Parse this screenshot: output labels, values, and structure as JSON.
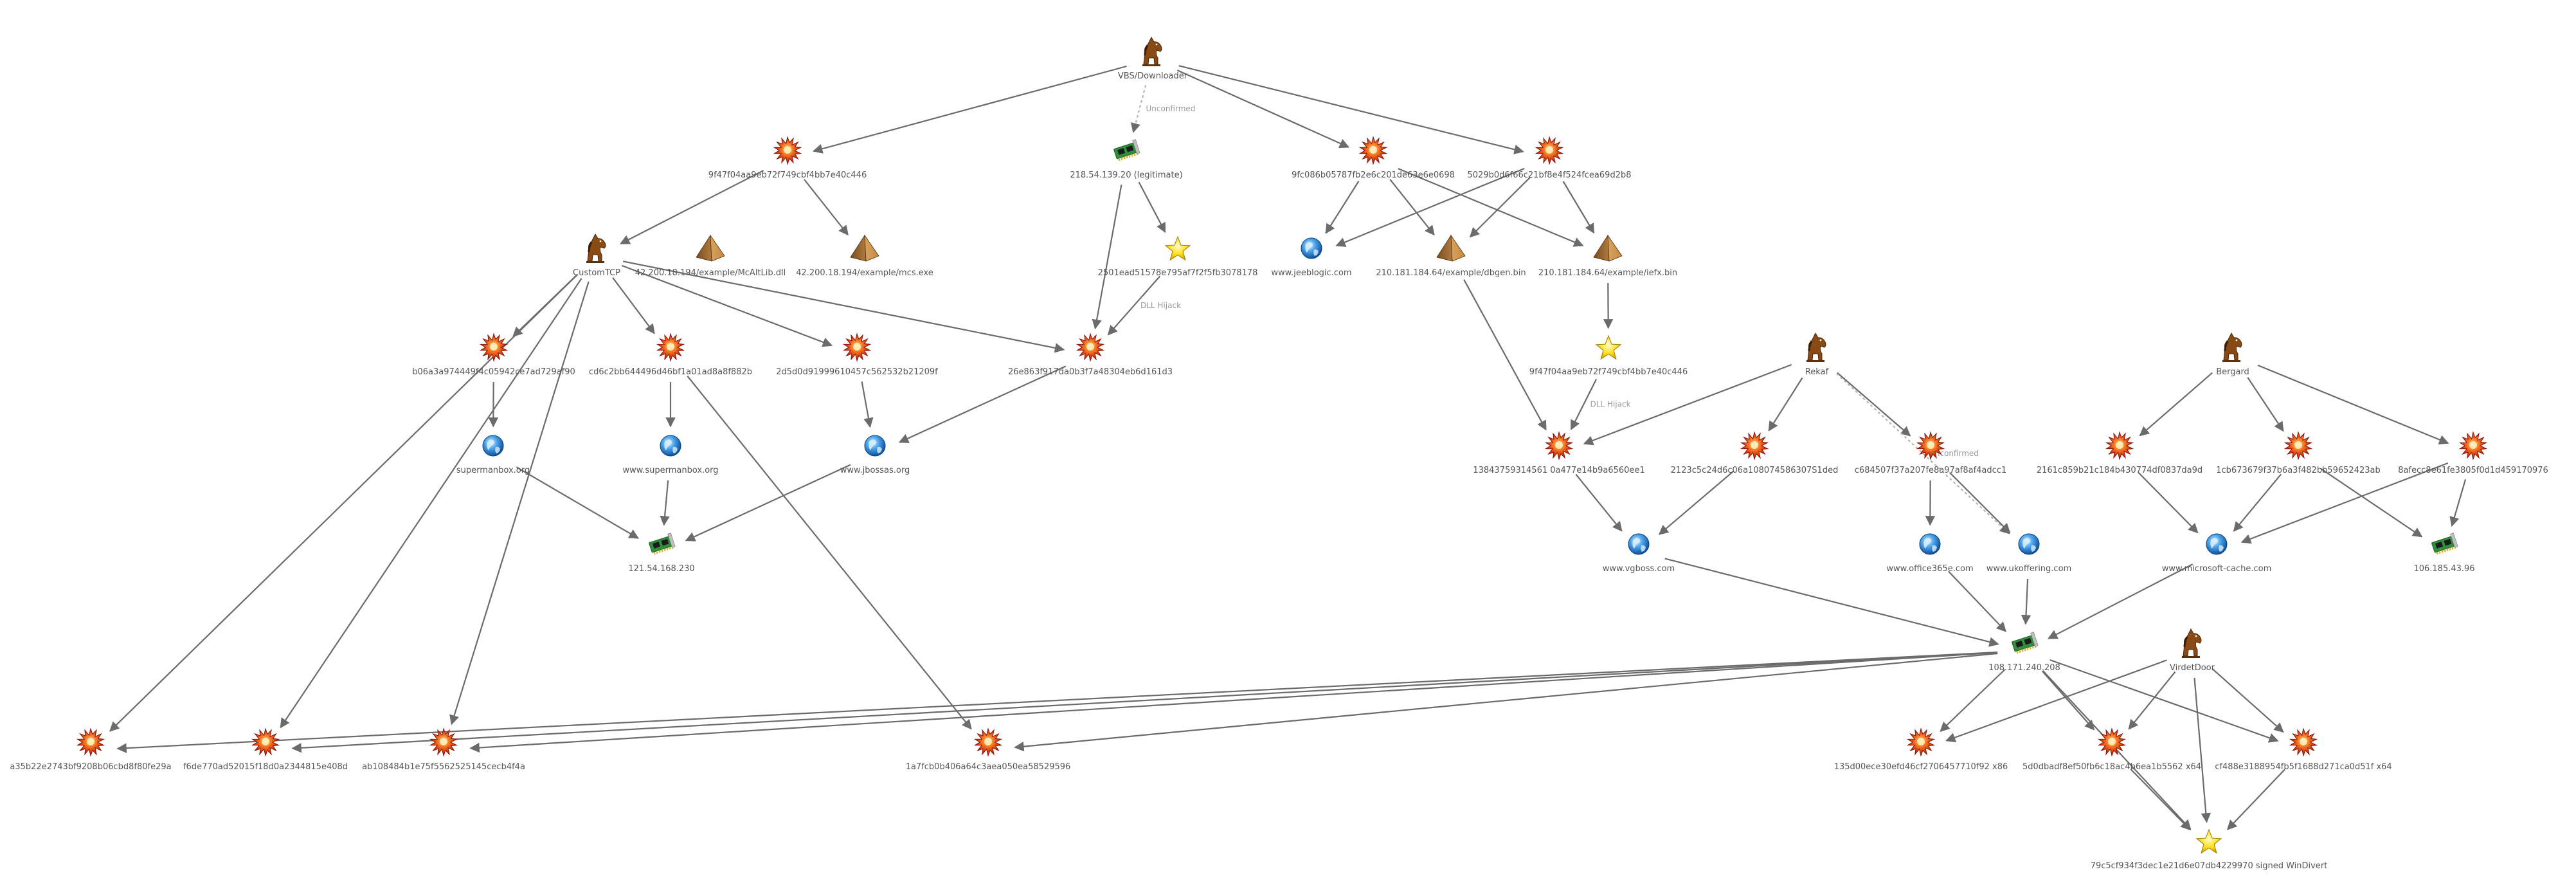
{
  "nodes": [
    {
      "id": "vbs",
      "label": "VBS/Downloader",
      "kind": "horse"
    },
    {
      "id": "f47a",
      "label": "9f47f04aa9eb72f749cbf4bb7e40c446",
      "kind": "malware"
    },
    {
      "id": "ip218",
      "label": "218.54.139.20 (legitimate)",
      "kind": "network"
    },
    {
      "id": "f9fc",
      "label": "9fc086b05787fb2e6c201de63e6e0698",
      "kind": "malware"
    },
    {
      "id": "s502",
      "label": "5029b0d6f66c21bf8e4f524fcea69d2b8",
      "kind": "malware"
    },
    {
      "id": "customtcp",
      "label": "CustomTCP",
      "kind": "horse"
    },
    {
      "id": "pyr1",
      "label": "42.200.18.194/example/McAltLib.dll",
      "kind": "pyramid"
    },
    {
      "id": "pyr2",
      "label": "42.200.18.194/example/mcs.exe",
      "kind": "pyramid"
    },
    {
      "id": "star1",
      "label": "2501ead51578e795af7f2f5fb3078178",
      "kind": "star"
    },
    {
      "id": "jeeb",
      "label": "www.jeeblogic.com",
      "kind": "globe"
    },
    {
      "id": "pyr3",
      "label": "210.181.184.64/example/dbgen.bin",
      "kind": "pyramid"
    },
    {
      "id": "pyr4",
      "label": "210.181.184.64/example/iefx.bin",
      "kind": "pyramid"
    },
    {
      "id": "b06a",
      "label": "b06a3a974449f4c05942ce7ad729af90",
      "kind": "malware"
    },
    {
      "id": "cd6c",
      "label": "cd6c2bb644496d46bf1a01ad8a8f882b",
      "kind": "malware"
    },
    {
      "id": "s2d5",
      "label": "2d5d0d91999610457c562532b21209f",
      "kind": "malware"
    },
    {
      "id": "s26e8",
      "label": "26e863f917da0b3f7a48304eb6d161d3",
      "kind": "malware"
    },
    {
      "id": "star2",
      "label": "9f47f04aa9eb72f749cbf4bb7e40c446",
      "kind": "star"
    },
    {
      "id": "rekaf",
      "label": "Rekaf",
      "kind": "horse"
    },
    {
      "id": "bergard",
      "label": "Bergard",
      "kind": "horse"
    },
    {
      "id": "superbox1",
      "label": "supermanbox.org",
      "kind": "globe"
    },
    {
      "id": "superbox2",
      "label": "www.supermanbox.org",
      "kind": "globe"
    },
    {
      "id": "jboss",
      "label": "www.jbossas.org",
      "kind": "globe"
    },
    {
      "id": "s1384",
      "label": "13843759314561 0a477e14b9a6560ee1",
      "kind": "malware"
    },
    {
      "id": "s2123",
      "label": "2123c5c24d6c06a108074586307S1ded",
      "kind": "malware"
    },
    {
      "id": "c684",
      "label": "c684507f37a207fe8a97af8af4adcc1",
      "kind": "malware"
    },
    {
      "id": "s2161",
      "label": "2161c859b21c184b430774df0837da9d",
      "kind": "malware"
    },
    {
      "id": "s1cb6",
      "label": "1cb673679f37b6a3f482bb59652423ab",
      "kind": "malware"
    },
    {
      "id": "s8afe",
      "label": "8afecc8e61fe3805f0d1d459170976",
      "kind": "malware"
    },
    {
      "id": "ip121",
      "label": "121.54.168.230",
      "kind": "network"
    },
    {
      "id": "vgboss",
      "label": "www.vgboss.com",
      "kind": "globe"
    },
    {
      "id": "office",
      "label": "www.office365e.com",
      "kind": "globe"
    },
    {
      "id": "ukoff",
      "label": "www.ukoffering.com",
      "kind": "globe"
    },
    {
      "id": "mscache",
      "label": "www.microsoft-cache.com",
      "kind": "globe"
    },
    {
      "id": "ip106",
      "label": "106.185.43.96",
      "kind": "network"
    },
    {
      "id": "ip108",
      "label": "108.171.240.208",
      "kind": "network"
    },
    {
      "id": "virdetdoor",
      "label": "VirdetDoor",
      "kind": "horse"
    },
    {
      "id": "a35b",
      "label": "a35b22e2743bf9208b06cbd8f80fe29a",
      "kind": "malware"
    },
    {
      "id": "f6de",
      "label": "f6de770ad52015f18d0a2344815e408d",
      "kind": "malware"
    },
    {
      "id": "ab10",
      "label": "ab108484b1e75f5562525145cecb4f4a",
      "kind": "malware"
    },
    {
      "id": "s1a7f",
      "label": "1a7fcb0b406a64c3aea050ea58529596",
      "kind": "malware"
    },
    {
      "id": "s135d",
      "label": "135d00ece30efd46cf2706457710f92 x86",
      "kind": "malware"
    },
    {
      "id": "s5d0d",
      "label": "5d0dbadf8ef50fb6c18ac4b6ea1b5562 x64",
      "kind": "malware"
    },
    {
      "id": "cf48",
      "label": "cf488e3188954fb5f1688d271ca0d51f x64",
      "kind": "malware"
    },
    {
      "id": "star3",
      "label": "79c5cf934f3dec1e21d6e07db4229970 signed WinDivert",
      "kind": "star"
    }
  ],
  "edges": [
    {
      "from": "vbs",
      "to": "f47a"
    },
    {
      "from": "vbs",
      "to": "ip218",
      "label": "Unconfirmed",
      "style": "dashed"
    },
    {
      "from": "vbs",
      "to": "f9fc"
    },
    {
      "from": "vbs",
      "to": "s502"
    },
    {
      "from": "f47a",
      "to": "customtcp"
    },
    {
      "from": "f47a",
      "to": "pyr2"
    },
    {
      "from": "ip218",
      "to": "s26e8"
    },
    {
      "from": "ip218",
      "to": "star1"
    },
    {
      "from": "star1",
      "to": "s26e8",
      "label": "DLL Hijack"
    },
    {
      "from": "f9fc",
      "to": "jeeb"
    },
    {
      "from": "f9fc",
      "to": "pyr3"
    },
    {
      "from": "f9fc",
      "to": "pyr4"
    },
    {
      "from": "s502",
      "to": "jeeb"
    },
    {
      "from": "s502",
      "to": "pyr3"
    },
    {
      "from": "s502",
      "to": "pyr4"
    },
    {
      "from": "customtcp",
      "to": "b06a"
    },
    {
      "from": "customtcp",
      "to": "cd6c"
    },
    {
      "from": "customtcp",
      "to": "s2d5"
    },
    {
      "from": "customtcp",
      "to": "s26e8"
    },
    {
      "from": "customtcp",
      "to": "a35b"
    },
    {
      "from": "customtcp",
      "to": "f6de"
    },
    {
      "from": "customtcp",
      "to": "ab10"
    },
    {
      "from": "b06a",
      "to": "superbox1"
    },
    {
      "from": "cd6c",
      "to": "superbox2"
    },
    {
      "from": "cd6c",
      "to": "s1a7f"
    },
    {
      "from": "s2d5",
      "to": "jboss"
    },
    {
      "from": "s26e8",
      "to": "jboss"
    },
    {
      "from": "superbox1",
      "to": "ip121"
    },
    {
      "from": "superbox2",
      "to": "ip121"
    },
    {
      "from": "jboss",
      "to": "ip121"
    },
    {
      "from": "pyr3",
      "to": "s1384"
    },
    {
      "from": "pyr4",
      "to": "star2"
    },
    {
      "from": "star2",
      "to": "s1384",
      "label": "DLL Hijack"
    },
    {
      "from": "rekaf",
      "to": "s1384"
    },
    {
      "from": "rekaf",
      "to": "s2123"
    },
    {
      "from": "rekaf",
      "to": "c684"
    },
    {
      "from": "rekaf",
      "to": "ukoff",
      "label": "Unconfirmed",
      "style": "dashed"
    },
    {
      "from": "s1384",
      "to": "vgboss"
    },
    {
      "from": "s2123",
      "to": "vgboss"
    },
    {
      "from": "c684",
      "to": "office"
    },
    {
      "from": "c684",
      "to": "ukoff"
    },
    {
      "from": "bergard",
      "to": "s2161"
    },
    {
      "from": "bergard",
      "to": "s1cb6"
    },
    {
      "from": "bergard",
      "to": "s8afe"
    },
    {
      "from": "s2161",
      "to": "mscache"
    },
    {
      "from": "s1cb6",
      "to": "mscache"
    },
    {
      "from": "s1cb6",
      "to": "ip106"
    },
    {
      "from": "s8afe",
      "to": "mscache"
    },
    {
      "from": "s8afe",
      "to": "ip106"
    },
    {
      "from": "vgboss",
      "to": "ip108"
    },
    {
      "from": "office",
      "to": "ip108"
    },
    {
      "from": "ukoff",
      "to": "ip108"
    },
    {
      "from": "mscache",
      "to": "ip108"
    },
    {
      "from": "ip108",
      "to": "a35b"
    },
    {
      "from": "ip108",
      "to": "f6de"
    },
    {
      "from": "ip108",
      "to": "ab10"
    },
    {
      "from": "ip108",
      "to": "s1a7f"
    },
    {
      "from": "ip108",
      "to": "s135d"
    },
    {
      "from": "ip108",
      "to": "s5d0d"
    },
    {
      "from": "ip108",
      "to": "cf48"
    },
    {
      "from": "virdetdoor",
      "to": "s135d"
    },
    {
      "from": "virdetdoor",
      "to": "s5d0d"
    },
    {
      "from": "virdetdoor",
      "to": "cf48"
    },
    {
      "from": "virdetdoor",
      "to": "star3"
    },
    {
      "from": "s5d0d",
      "to": "star3"
    },
    {
      "from": "cf48",
      "to": "star3"
    },
    {
      "from": "ip108",
      "to": "star3"
    }
  ]
}
